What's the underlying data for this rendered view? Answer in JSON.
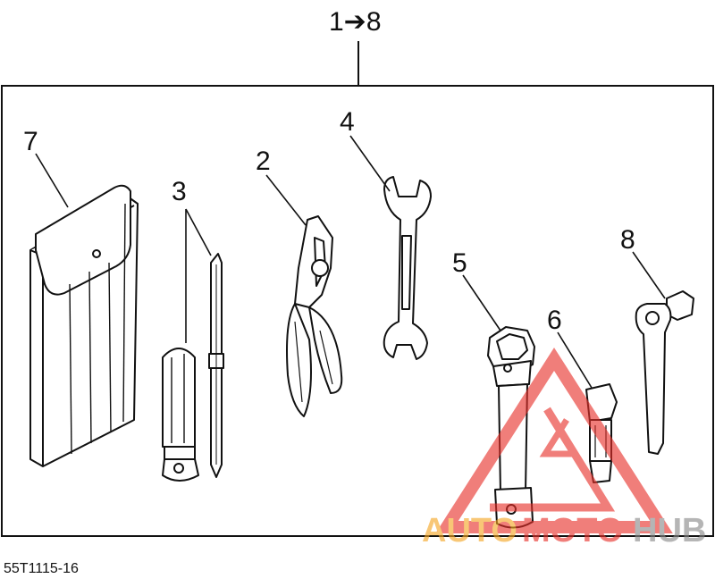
{
  "header": {
    "range_label": "1➔8"
  },
  "callouts": [
    {
      "id": "1",
      "label": "7"
    },
    {
      "id": "2",
      "label": "3"
    },
    {
      "id": "3",
      "label": "2"
    },
    {
      "id": "4",
      "label": "4"
    },
    {
      "id": "5",
      "label": "5"
    },
    {
      "id": "6",
      "label": "6"
    },
    {
      "id": "7",
      "label": "8"
    }
  ],
  "parts": [
    {
      "number": "7",
      "name": "tool-pouch-icon"
    },
    {
      "number": "3",
      "name": "screwdriver-icon"
    },
    {
      "number": "2",
      "name": "pliers-icon"
    },
    {
      "number": "4",
      "name": "open-end-wrench-icon"
    },
    {
      "number": "5",
      "name": "spark-plug-socket-wrench-icon"
    },
    {
      "number": "6",
      "name": "socket-extension-icon"
    },
    {
      "number": "8",
      "name": "hex-key-wrench-icon"
    }
  ],
  "footer": {
    "reference_code": "55T1115-16"
  },
  "watermark": {
    "text_part1": "AUTO",
    "text_part2": "MOTO",
    "text_part3": "HUB",
    "colors": {
      "orange": "#f5a623",
      "red": "#e8302a",
      "gray": "#888888"
    }
  }
}
